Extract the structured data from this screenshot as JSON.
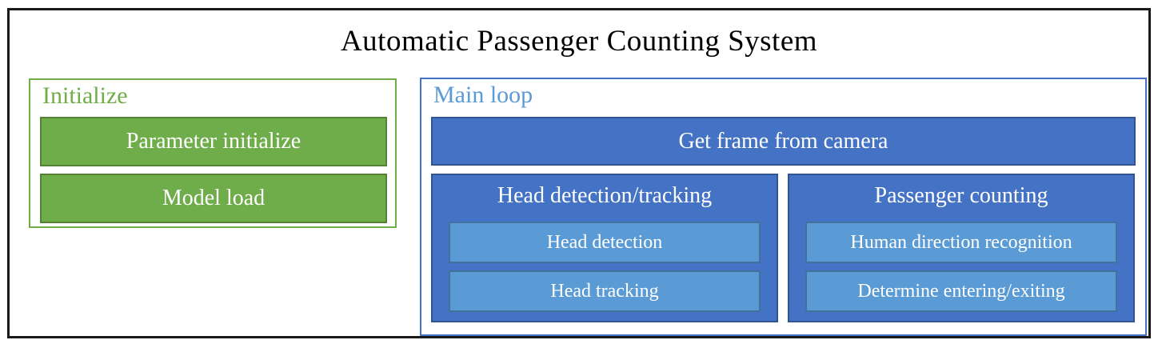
{
  "title": "Automatic Passenger Counting System",
  "colors": {
    "frame_border": "#1a1a1a",
    "green_fill": "#6fac4a",
    "green_border_dark": "#538135",
    "green_outline": "#70ad47",
    "green_label": "#70ad47",
    "blue_fill": "#4472c4",
    "blue_border_dark": "#2f5597",
    "blue_outline": "#4472c4",
    "blue_label": "#5b9bd5",
    "lightblue_fill": "#5b9bd5",
    "lightblue_border": "#41719c"
  },
  "initialize": {
    "label": "Initialize",
    "steps": [
      "Parameter initialize",
      "Model load"
    ]
  },
  "main_loop": {
    "label": "Main loop",
    "get_frame": "Get frame from camera",
    "groups": [
      {
        "label": "Head detection/tracking",
        "steps": [
          "Head detection",
          "Head tracking"
        ]
      },
      {
        "label": "Passenger counting",
        "steps": [
          "Human direction recognition",
          "Determine entering/exiting"
        ]
      }
    ]
  }
}
